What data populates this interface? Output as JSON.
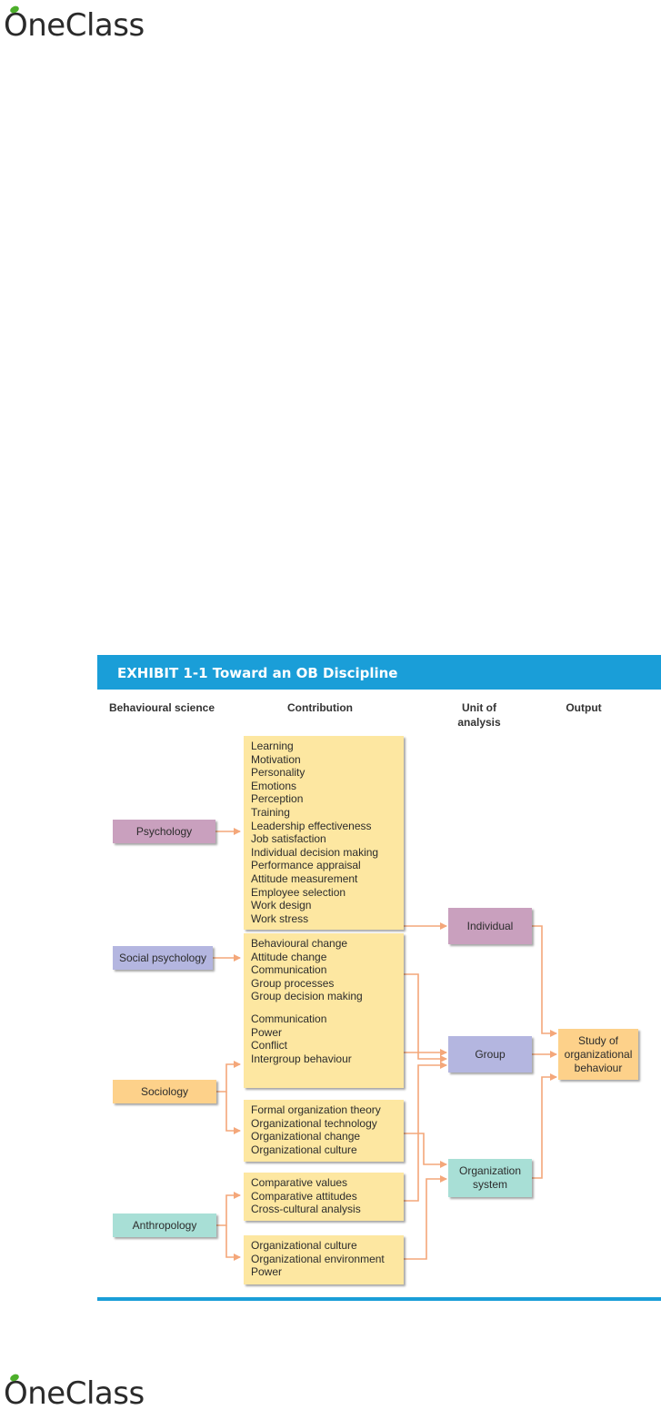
{
  "brand": {
    "logo_text": "OneClass",
    "leaf_color": "#4caf2a"
  },
  "exhibit": {
    "title": "EXHIBIT 1-1  Toward an OB Discipline",
    "accent_color": "#1a9ed8",
    "columns": {
      "science": "Behavioural science",
      "contribution": "Contribution",
      "unit": "Unit of analysis",
      "output": "Output"
    },
    "sciences": {
      "psychology": "Psychology",
      "social_psychology": "Social psychology",
      "sociology": "Sociology",
      "anthropology": "Anthropology"
    },
    "contributions": {
      "psychology": [
        "Learning",
        "Motivation",
        "Personality",
        "Emotions",
        "Perception",
        "Training",
        "Leadership effectiveness",
        "Job satisfaction",
        "Individual decision making",
        "Performance appraisal",
        "Attitude measurement",
        "Employee selection",
        "Work design",
        "Work stress"
      ],
      "social_psychology": [
        "Behavioural change",
        "Attitude change",
        "Communication",
        "Group processes",
        "Group decision making"
      ],
      "sociology_group": [
        "Communication",
        "Power",
        "Conflict",
        "Intergroup behaviour"
      ],
      "sociology_org": [
        "Formal organization theory",
        "Organizational technology",
        "Organizational change",
        "Organizational culture"
      ],
      "anthropology_values": [
        "Comparative values",
        "Comparative attitudes",
        "Cross-cultural analysis"
      ],
      "anthropology_culture": [
        "Organizational culture",
        "Organizational environment",
        "Power"
      ]
    },
    "units": {
      "individual": "Individual",
      "group": "Group",
      "org_system": "Organization system"
    },
    "output": "Study of organizational behaviour",
    "colors": {
      "psychology": "#c9a0be",
      "social_psychology": "#b4b6e0",
      "sociology": "#fdd18a",
      "anthropology": "#a8dfd6",
      "contribution": "#fde7a1",
      "arrow": "#f4a77a"
    }
  }
}
